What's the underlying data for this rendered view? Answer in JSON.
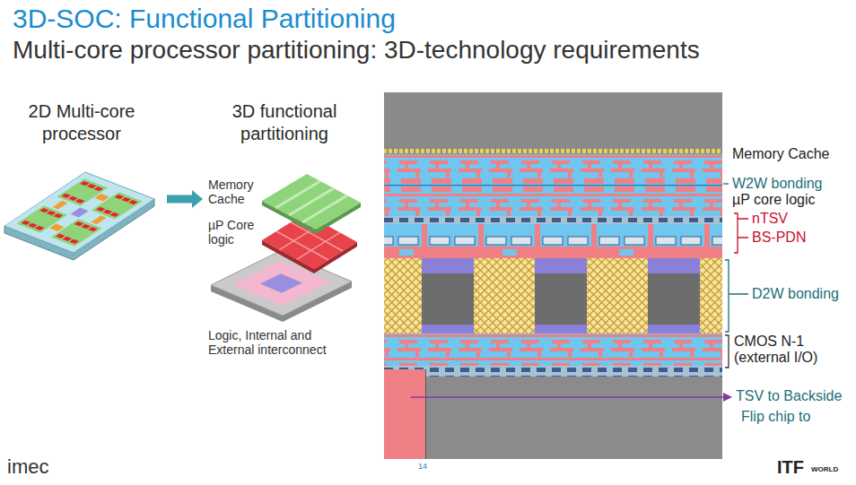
{
  "diagram": {
    "title": "3D-SOC: Functional Partitioning",
    "nodes": [
      {
        "text": [
          "2D Multi-core processor"
        ]
      },
      {
        "text": [
          "3D functional partitioning"
        ]
      }
    ],
    "edges": [
      {
        "from": 0,
        "to": 1,
        "arrow": "to"
      }
    ],
    "labels": [
      "Multi-core processor partitioning: 3D-technology requirements",
      "Memory Cache",
      "µP Core logic",
      "Logic, Internal and External interconnect",
      "Memory Cache",
      "W2W bonding",
      "µP core logic",
      "nTSV",
      "BS-PDN",
      "D2W bonding",
      "CMOS N-1 (external I/O)",
      "TSV to Backside",
      "Flip chip to",
      "14",
      "imec",
      "ITF",
      "WORLD"
    ]
  }
}
